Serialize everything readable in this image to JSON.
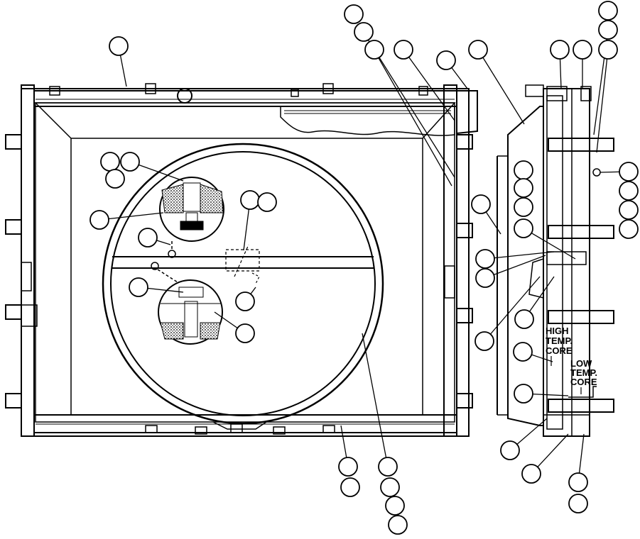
{
  "diagram": {
    "labels": {
      "high_core": [
        "HIGH",
        "TEMP.",
        "CORE"
      ],
      "low_core": [
        "LOW",
        "TEMP.",
        "CORE"
      ]
    },
    "colors": {
      "ink": "#000000",
      "paper": "#ffffff"
    }
  }
}
